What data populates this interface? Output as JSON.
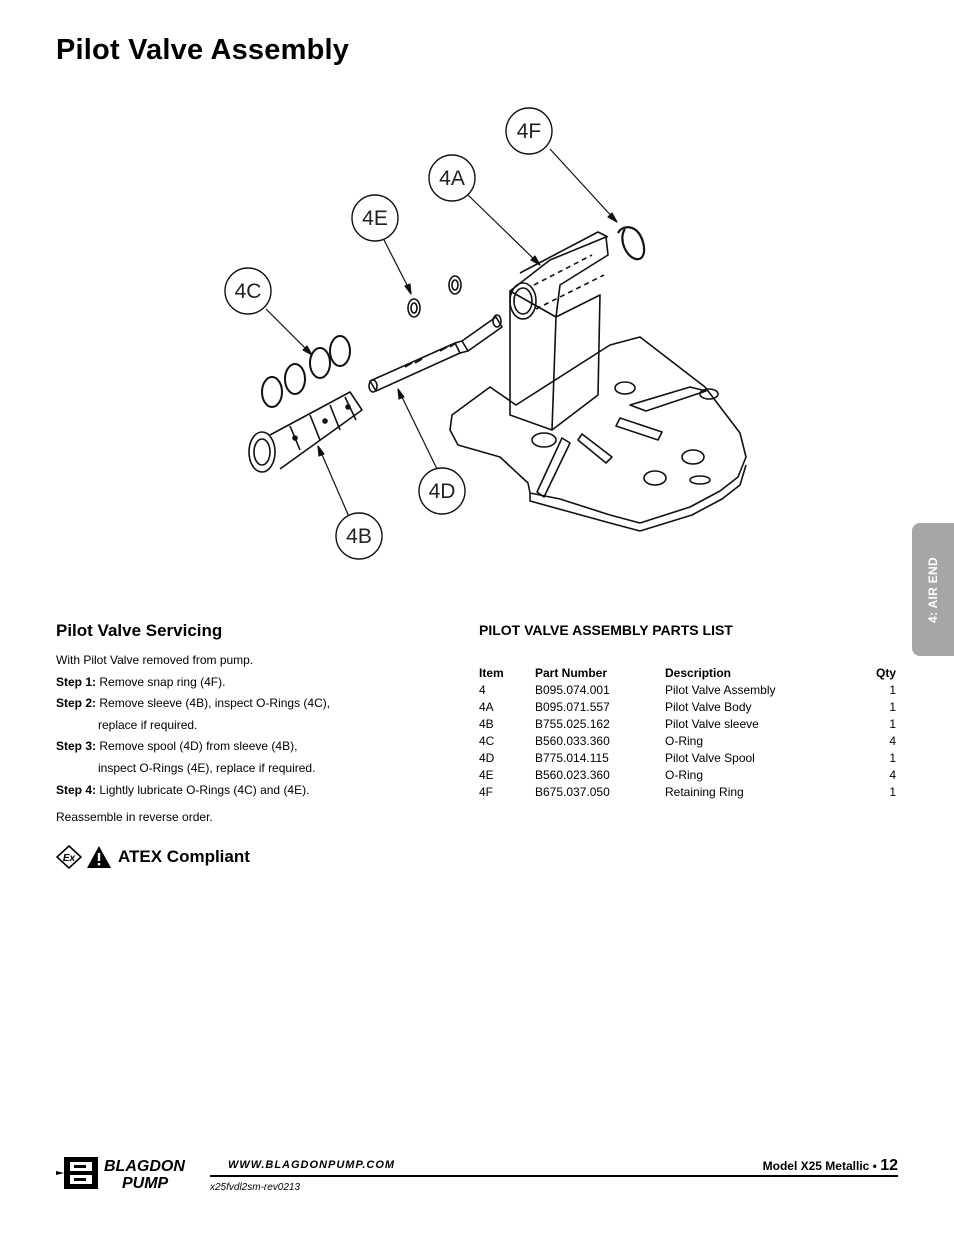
{
  "page": {
    "title": "Pilot Valve Assembly"
  },
  "diagram": {
    "callouts": [
      "4F",
      "4A",
      "4E",
      "4C",
      "4D",
      "4B"
    ]
  },
  "side_tab": {
    "label": "4: AIR END"
  },
  "servicing": {
    "heading": "Pilot Valve Servicing",
    "intro": "With Pilot Valve removed from pump.",
    "steps": [
      {
        "label": "Step 1:",
        "text": "Remove snap ring (4F)."
      },
      {
        "label": "Step 2:",
        "text": "Remove sleeve (4B), inspect O-Rings (4C),",
        "cont": "replace if required."
      },
      {
        "label": "Step 3:",
        "text": "Remove spool (4D) from sleeve (4B),",
        "cont": "inspect O-Rings (4E), replace if required."
      },
      {
        "label": "Step 4:",
        "text": "Lightly lubricate O-Rings (4C) and (4E)."
      }
    ],
    "outro": "Reassemble in reverse order."
  },
  "atex": {
    "label": "ATEX Compliant",
    "icons": [
      "ex-icon",
      "warning-icon"
    ]
  },
  "parts_list": {
    "title": "PILOT VALVE ASSEMBLY PARTS LIST",
    "columns": [
      "Item",
      "Part Number",
      "Description",
      "Qty"
    ],
    "rows": [
      [
        "4",
        "B095.074.001",
        "Pilot Valve Assembly",
        "1"
      ],
      [
        "4A",
        "B095.071.557",
        "Pilot Valve Body",
        "1"
      ],
      [
        "4B",
        "B755.025.162",
        "Pilot Valve sleeve",
        "1"
      ],
      [
        "4C",
        "B560.033.360",
        "O-Ring",
        "4"
      ],
      [
        "4D",
        "B775.014.115",
        "Pilot Valve Spool",
        "1"
      ],
      [
        "4E",
        "B560.023.360",
        "O-Ring",
        "4"
      ],
      [
        "4F",
        "B675.037.050",
        "Retaining Ring",
        "1"
      ]
    ]
  },
  "footer": {
    "logo_line1": "BLAGDON",
    "logo_line2": "PUMP",
    "url": "WWW.BLAGDONPUMP.COM",
    "code": "x25fvdl2sm-rev0213",
    "model": "Model X25 Metallic •",
    "page_number": "12"
  }
}
